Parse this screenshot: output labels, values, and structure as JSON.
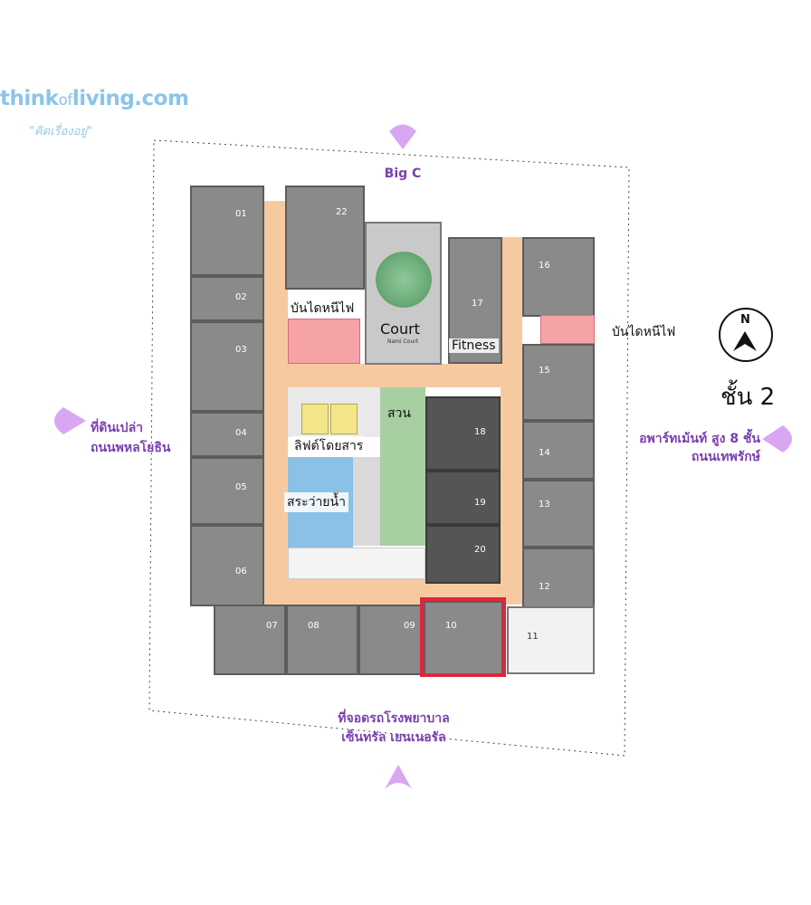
{
  "branding": {
    "logo_main": "think",
    "logo_of": "of",
    "logo_end": "living.com",
    "tagline": "\"คิดเรื่องอยู่\""
  },
  "directions": {
    "top": "Big C",
    "left_line1": "ที่ดินเปล่า",
    "left_line2": "ถนนพหลโยธิน",
    "right_line1": "อพาร์ทเม้นท์ สูง 8 ชั้น",
    "right_line2": "ถนนเทพรักษ์",
    "bottom_line1": "ที่จอดรถโรงพยาบาล",
    "bottom_line2": "เซ็นทรัล เยนเนอรัล"
  },
  "floor": "ชั้น 2",
  "compass": "N",
  "areas": {
    "fire_stair_left": "บันไดหนีไฟ",
    "fire_stair_right": "บันไดหนีไฟ",
    "court": "Court",
    "court_sub": "Nami Court",
    "fitness": "Fitness",
    "garden": "สวน",
    "lift": "ลิฟต์โดยสาร",
    "pool": "สระว่ายน้ำ"
  },
  "units": {
    "u01": "01",
    "u02": "02",
    "u03": "03",
    "u04": "04",
    "u05": "05",
    "u06": "06",
    "u07": "07",
    "u08": "08",
    "u09": "09",
    "u10": "10",
    "u11": "11",
    "u12": "12",
    "u13": "13",
    "u14": "14",
    "u15": "15",
    "u16": "16",
    "u17": "17",
    "u18": "18",
    "u19": "19",
    "u20": "20",
    "u22": "22"
  },
  "colors": {
    "direction_text": "#7a3fb0",
    "corridor": "#f7c9a1",
    "highlight": "#e0243c",
    "pin": "#d9a6f2"
  }
}
